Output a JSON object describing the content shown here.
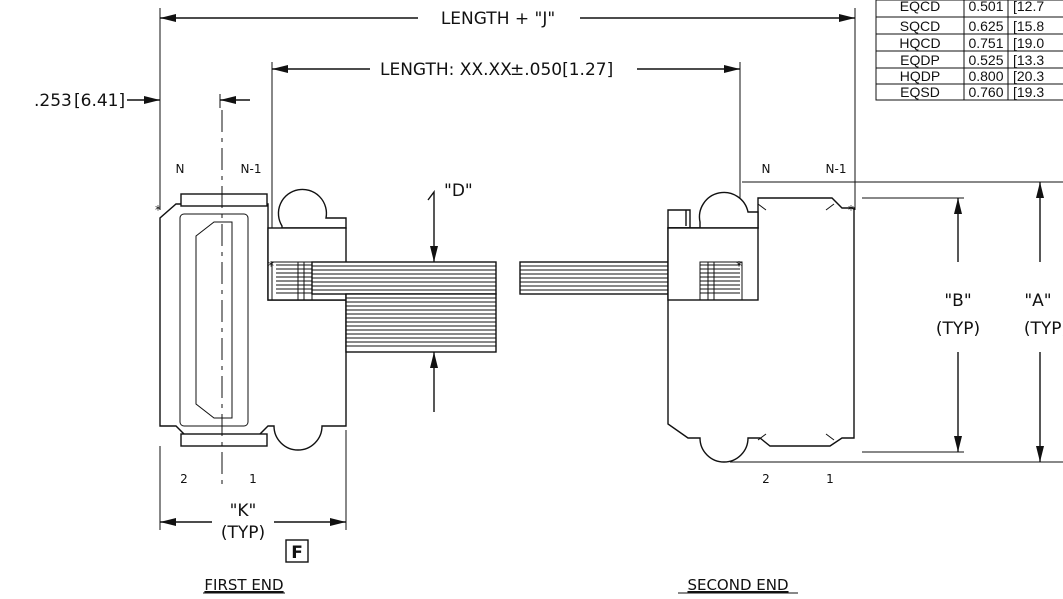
{
  "dimensions": {
    "overall_length": "LENGTH + \"J\"",
    "length_label": "LENGTH: XX.XX",
    "length_tolerance": "±.050[1.27]",
    "offset_in": ".253",
    "offset_mm": "[6.41]",
    "d_label": "\"D\"",
    "a_label": "\"A\"",
    "a_sub": "(TYP)",
    "b_label": "\"B\"",
    "b_sub": "(TYP)",
    "k_label": "\"K\"",
    "k_sub": "(TYP)"
  },
  "pins": {
    "first_top_n": "N",
    "first_top_n1": "N-1",
    "first_bottom_2": "2",
    "first_bottom_1": "1",
    "second_top_n": "N",
    "second_top_n1": "N-1",
    "second_bottom_2": "2",
    "second_bottom_1": "1"
  },
  "badge": "F",
  "captions": {
    "first_end": "FIRST END",
    "second_end": "SECOND END"
  },
  "table": {
    "rows": [
      {
        "series": "EQCD",
        "inch": "0.501",
        "mm": "[12.7"
      },
      {
        "series": "SQCD",
        "inch": "0.625",
        "mm": "[15.8"
      },
      {
        "series": "HQCD",
        "inch": "0.751",
        "mm": "[19.0"
      },
      {
        "series": "EQDP",
        "inch": "0.525",
        "mm": "[13.3"
      },
      {
        "series": "HQDP",
        "inch": "0.800",
        "mm": "[20.3"
      },
      {
        "series": "EQSD",
        "inch": "0.760",
        "mm": "[19.3"
      }
    ]
  }
}
